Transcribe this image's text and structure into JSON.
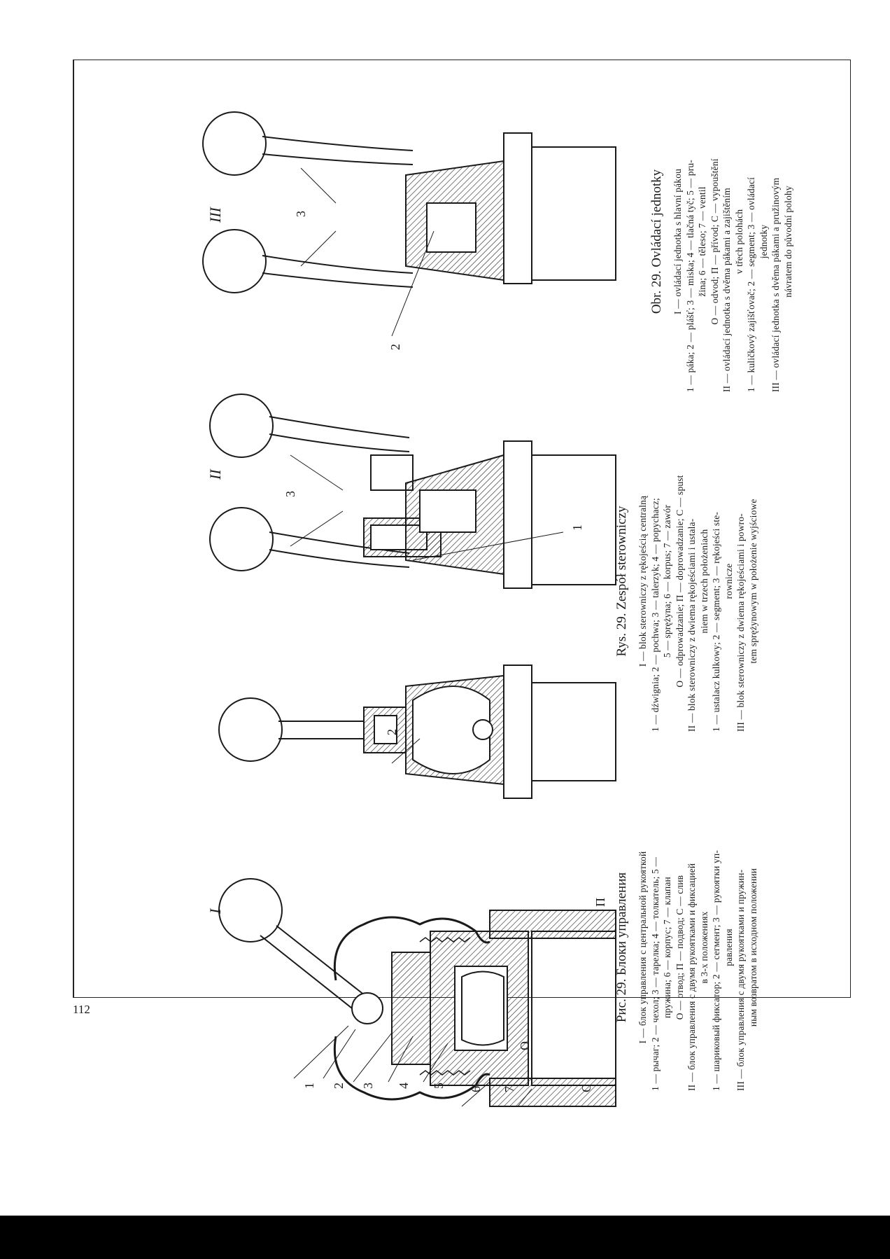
{
  "page_number": "112",
  "figure_labels": {
    "one": "I",
    "two": "II",
    "three": "III"
  },
  "part_numbers": {
    "n1": "1",
    "n2": "2",
    "n3": "3",
    "n4": "4",
    "n5": "5",
    "n6": "6",
    "n7": "7",
    "port_c": "C",
    "port_o": "O",
    "port_p": "П"
  },
  "caption_ru": {
    "title": "Рис. 29. Блоки управления",
    "lines": [
      "I — блок управления с центральной рукояткой",
      "1 — рычаг;  2 — чехол;  3 — тарелка;  4 — толкатель;  5 —",
      "пружина; 6 — корпус; 7 — клапан",
      "О — отвод; П — подвод; С — слив",
      "II — блок управления с двумя рукоятками и фиксацией",
      "в 3-х положениях",
      "1 — шариковый фиксатор; 2 — сегмент; 3 — рукоятки уп-",
      "равления",
      "III — блок управления с двумя рукоятками и пружин-",
      "ным возвратом в исходном положении"
    ]
  },
  "caption_pl": {
    "title": "Rys. 29. Zespół sterowniczy",
    "lines": [
      "I — blok sterowniczy z rękojeścią centralną",
      "1 — dźwignia;  2 — pochwa;  3 — talerzyk;  4 — popychacz;",
      "5 — sprężyna; 6 — korpus; 7 — zawór",
      "O — odprowadzanie; П — doprowadzanie; C — spust",
      "II — blok sterowniczy z dwiema rękojeściami i ustala-",
      "niem w trzech położeniach",
      "1 — ustalacz kulkowy;  2 — segment;  3 — rękojeści ste-",
      "rownicze",
      "III — blok sterowniczy z dwiema rękojeściami i powro-",
      "tem sprężynowym w położenie wyjściowe"
    ]
  },
  "caption_cz": {
    "title": "Obr. 29. Ovládací jednotky",
    "lines": [
      "I — ovládací jednotka s hlavní pákou",
      "1 — páka;  2 — plášť;  3 — miska;  4 — tlačná tyč;  5 — pru-",
      "žina; 6 — těleso; 7 — ventil",
      "O — odvod; П — přívod; C — vypouštění",
      "II — ovládací jednotka s dvěma pákami a zajištěním",
      "v třech polohách",
      "1 — kuličkový zajišťovač; 2 — segment; 3 — ovládací",
      "jednotky",
      "III — ovládací jednotka s dvěma pákami a pružinovým",
      "návratem do původní polohy"
    ]
  },
  "colors": {
    "ink": "#1a1a1a",
    "paper": "#ffffff",
    "bottom_bar": "#000000"
  }
}
